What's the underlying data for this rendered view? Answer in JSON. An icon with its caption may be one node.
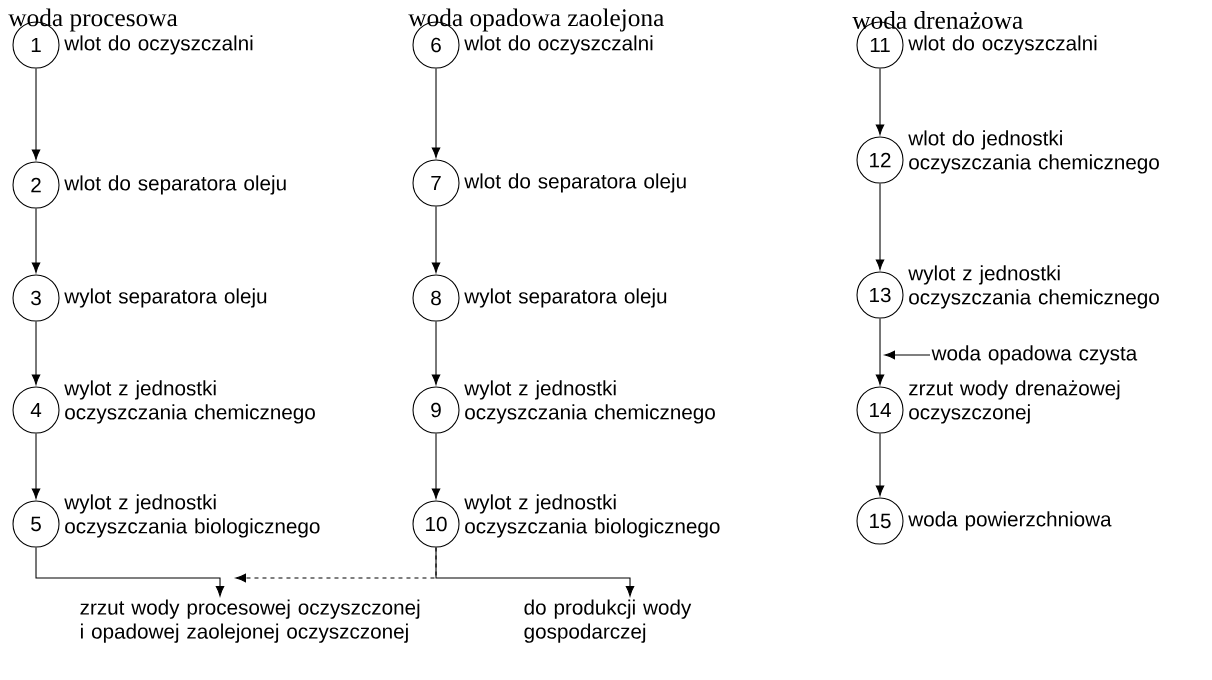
{
  "diagram": {
    "nodes": [
      {
        "text": [
          "1"
        ],
        "beside": [
          "wlot do oczyszczalni"
        ]
      },
      {
        "text": [
          "2"
        ],
        "beside": [
          "wlot do separatora oleju"
        ]
      },
      {
        "text": [
          "3"
        ],
        "beside": [
          "wylot separatora oleju"
        ]
      },
      {
        "text": [
          "4"
        ],
        "beside": [
          "wylot z jednostki oczyszczania chemicznego"
        ]
      },
      {
        "text": [
          "5"
        ],
        "beside": [
          "wylot z jednostki oczyszczania biologicznego"
        ]
      },
      {
        "text": [
          "6"
        ],
        "beside": [
          "wlot do oczyszczalni"
        ]
      },
      {
        "text": [
          "7"
        ],
        "beside": [
          "wlot do separatora oleju"
        ]
      },
      {
        "text": [
          "8"
        ],
        "beside": [
          "wylot separatora oleju"
        ]
      },
      {
        "text": [
          "9"
        ],
        "beside": [
          "wylot z jednostki oczyszczania chemicznego"
        ]
      },
      {
        "text": [
          "10"
        ],
        "beside": [
          "wylot z jednostki oczyszczania biologicznego"
        ]
      },
      {
        "text": [
          "11"
        ],
        "beside": [
          "wlot do oczyszczalni"
        ]
      },
      {
        "text": [
          "12"
        ],
        "beside": [
          "wlot do jednostki oczyszczania chemicznego"
        ]
      },
      {
        "text": [
          "13"
        ],
        "beside": [
          "wylot z jednostki oczyszczania chemicznego"
        ]
      },
      {
        "text": [
          "14"
        ],
        "beside": [
          "zrzut wody drenażowej oczyszczonej"
        ]
      },
      {
        "text": [
          "15"
        ],
        "beside": [
          "woda powierzchniowa"
        ]
      },
      {
        "text": [
          "zrzut wody procesowej oczyszczonej i opadowej zaolejonej oczyszczonej"
        ]
      },
      {
        "text": [
          "do produkcji wody gospodarczej"
        ]
      },
      {
        "text": [
          "woda opadowa czysta"
        ]
      }
    ],
    "edges": [
      {
        "from": 0,
        "to": 1,
        "arrow": "to"
      },
      {
        "from": 1,
        "to": 2,
        "arrow": "to"
      },
      {
        "from": 2,
        "to": 3,
        "arrow": "to"
      },
      {
        "from": 3,
        "to": 4,
        "arrow": "to"
      },
      {
        "from": 5,
        "to": 6,
        "arrow": "to"
      },
      {
        "from": 6,
        "to": 7,
        "arrow": "to"
      },
      {
        "from": 7,
        "to": 8,
        "arrow": "to"
      },
      {
        "from": 8,
        "to": 9,
        "arrow": "to"
      },
      {
        "from": 10,
        "to": 11,
        "arrow": "to"
      },
      {
        "from": 11,
        "to": 12,
        "arrow": "to"
      },
      {
        "from": 12,
        "to": 13,
        "arrow": "to"
      },
      {
        "from": 13,
        "to": 14,
        "arrow": "to"
      },
      {
        "from": 4,
        "to": 15,
        "arrow": "to"
      },
      {
        "from": 9,
        "to": 15,
        "arrow": "to",
        "style": "dashed"
      },
      {
        "from": 9,
        "to": 16,
        "arrow": "to"
      },
      {
        "from": 17,
        "to": null,
        "arrow": "to"
      }
    ],
    "labels": [
      "woda procesowa",
      "woda opadowa zaolejona",
      "woda drenażowa"
    ]
  }
}
